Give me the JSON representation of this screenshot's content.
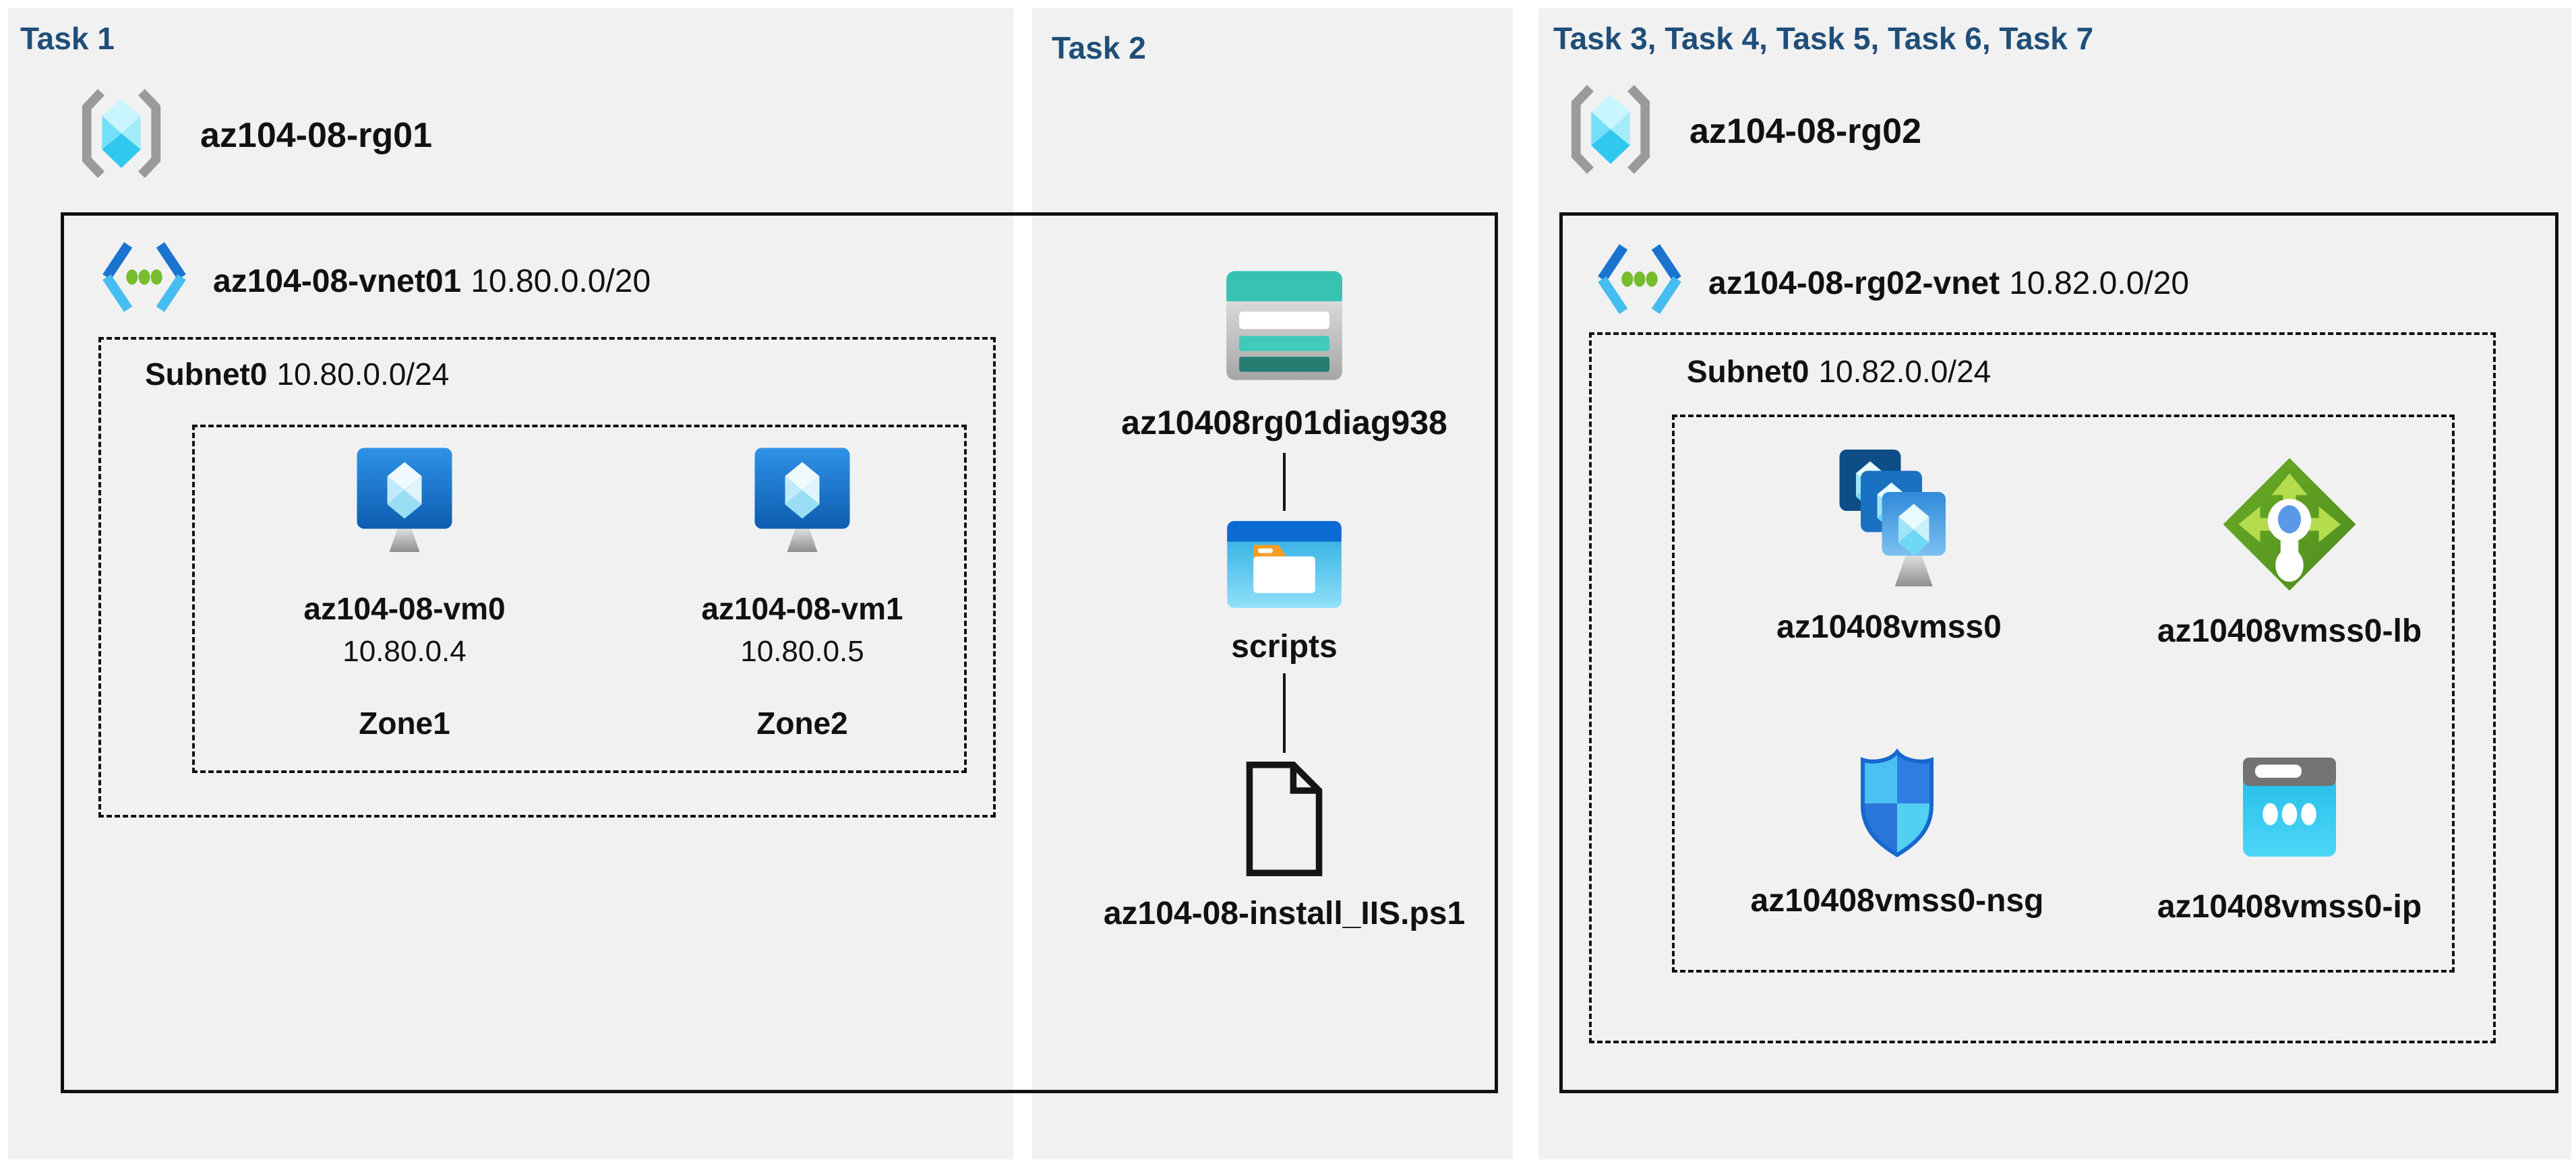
{
  "colors": {
    "background": "#ffffff",
    "panel": "#f1f1f1",
    "title": "#1f4e79",
    "text": "#111111",
    "border": "#111111"
  },
  "icons": {
    "resource-group": "gray-brackets-cyan-gem",
    "virtual-network": "blue-chevrons-green-dots",
    "virtual-machine": "blue-monitor-with-crystal",
    "storage-account": "teal-table-card",
    "folder": "explorer-window-orange-tab-folder",
    "script-file": "document-outline-folded-corner",
    "vm-scale-set": "three-stacked-blue-monitors",
    "load-balancer": "green-diamond-arrows-keyhole",
    "network-security-group": "blue-quadrant-shield",
    "public-ip": "cyan-card-gray-cap-three-dots"
  },
  "panels": [
    {
      "title": "Task 1",
      "resource_group": "az104-08-rg01",
      "vnet": {
        "name": "az104-08-vnet01",
        "cidr": "10.80.0.0/20"
      },
      "subnet": {
        "name": "Subnet0",
        "cidr": "10.80.0.0/24"
      },
      "vms": [
        {
          "name": "az104-08-vm0",
          "ip": "10.80.0.4",
          "zone": "Zone1"
        },
        {
          "name": "az104-08-vm1",
          "ip": "10.80.0.5",
          "zone": "Zone2"
        }
      ]
    },
    {
      "title": "Task 2",
      "storage_account": "az10408rg01diag938",
      "folder": "scripts",
      "script_file": "az104-08-install_IIS.ps1"
    },
    {
      "title": "Task 3, Task 4, Task 5, Task 6, Task 7",
      "resource_group": "az104-08-rg02",
      "vnet": {
        "name": "az104-08-rg02-vnet",
        "cidr": "10.82.0.0/20"
      },
      "subnet": {
        "name": "Subnet0",
        "cidr": "10.82.0.0/24"
      },
      "resources": [
        {
          "name": "az10408vmss0",
          "type": "vm-scale-set"
        },
        {
          "name": "az10408vmss0-lb",
          "type": "load-balancer"
        },
        {
          "name": "az10408vmss0-nsg",
          "type": "network-security-group"
        },
        {
          "name": "az10408vmss0-ip",
          "type": "public-ip"
        }
      ]
    }
  ]
}
